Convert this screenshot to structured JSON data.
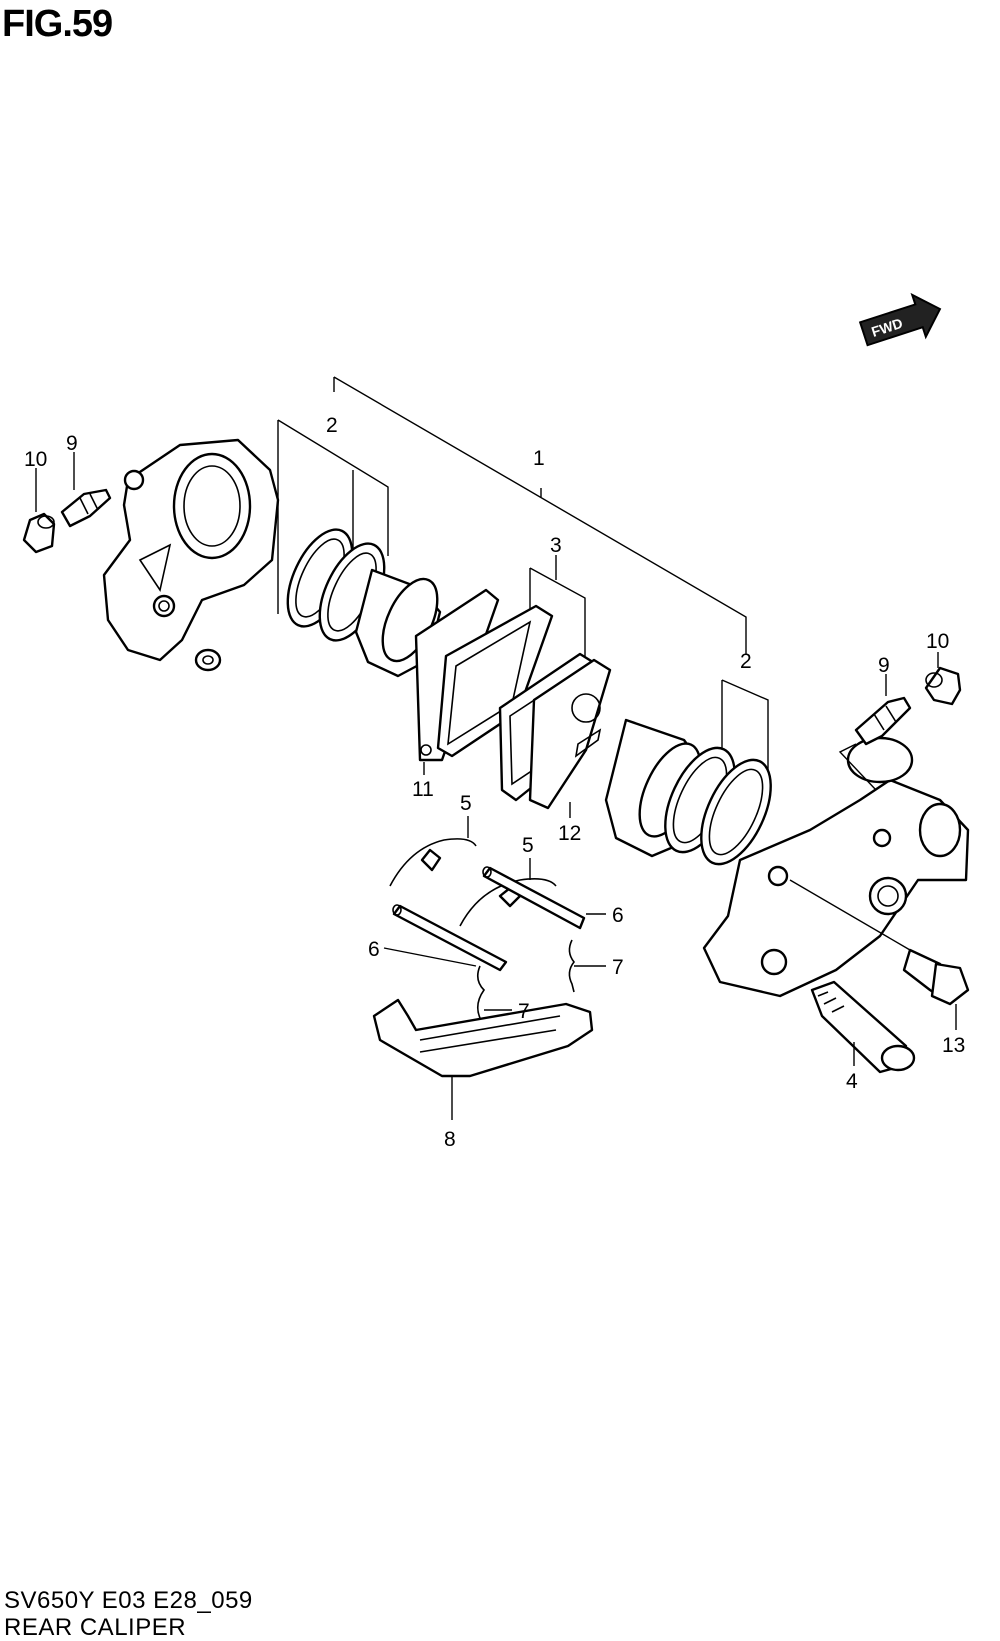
{
  "figure": {
    "title": "FIG.59"
  },
  "footer": {
    "code": "SV650Y E03 E28_059",
    "name": "REAR CALIPER"
  },
  "fwd_marker": {
    "text": "FWD"
  },
  "callouts": {
    "c1": "1",
    "c2a": "2",
    "c2b": "2",
    "c3": "3",
    "c4": "4",
    "c5a": "5",
    "c5b": "5",
    "c6a": "6",
    "c6b": "6",
    "c7a": "7",
    "c7b": "7",
    "c8": "8",
    "c9a": "9",
    "c9b": "9",
    "c10a": "10",
    "c10b": "10",
    "c11": "11",
    "c12": "12",
    "c13": "13"
  }
}
